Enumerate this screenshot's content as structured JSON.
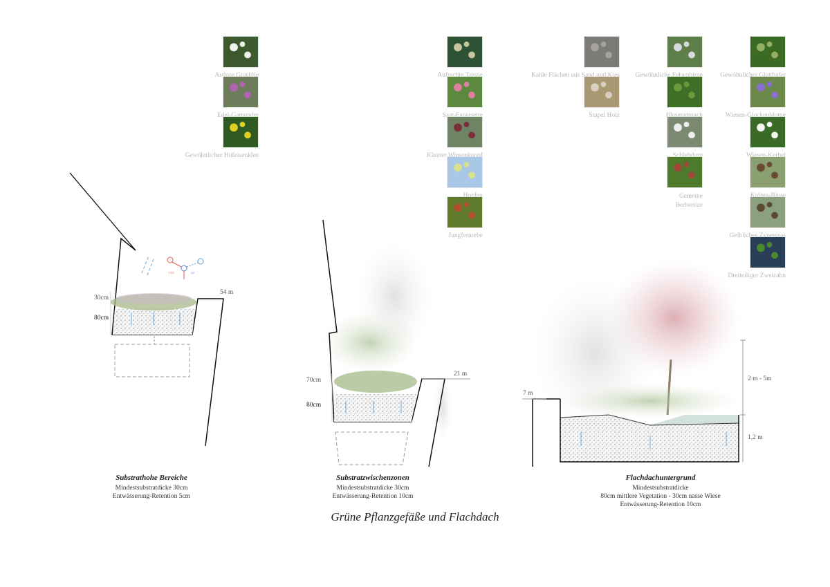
{
  "plants": {
    "col1": [
      {
        "label": "Astlose Graslilie",
        "color": "#3c5a2e",
        "accent": "#f2f2ee"
      },
      {
        "label": "Edel-Gamander",
        "color": "#6d7c5a",
        "accent": "#b561b6"
      },
      {
        "label": "Gewöhnlicher Hufeisenklee",
        "color": "#2f5a22",
        "accent": "#e0d020"
      }
    ],
    "col2": [
      {
        "label": "Aufrechte Trespe",
        "color": "#2e5234",
        "accent": "#c8c6a0"
      },
      {
        "label": "Saat-Esparsette",
        "color": "#5b8a3e",
        "accent": "#e07fa2"
      },
      {
        "label": "Kleiner Wiesenknopf",
        "color": "#6f8465",
        "accent": "#7a2e3a"
      },
      {
        "label": "Hopfen",
        "color": "#a9c7e6",
        "accent": "#d6e38a"
      },
      {
        "label": "Jungfernrebe",
        "color": "#5e7a2a",
        "accent": "#b0502a"
      }
    ],
    "col3": [
      {
        "label": "Kahle Flächen aus Sand und Kies",
        "color": "#7b7b78",
        "accent": "#a8a39a"
      },
      {
        "label": "Stapel Holz",
        "color": "#a99a74",
        "accent": "#d8d0c0"
      }
    ],
    "col4": [
      {
        "label": "Gewöhnliche Felsenbirne",
        "color": "#5f7f48",
        "accent": "#d9dbe2"
      },
      {
        "label": "Blasenstrauch",
        "color": "#3f6e27",
        "accent": "#6c9a3a"
      },
      {
        "label": "Schlehdorn",
        "color": "#7b8a70",
        "accent": "#eeeeee"
      },
      {
        "label": "Gemeine Berberitze",
        "color": "#4e7a2c",
        "accent": "#a0473a"
      }
    ],
    "col5": [
      {
        "label": "Gewöhnlicher Glatthafer",
        "color": "#3b6a24",
        "accent": "#95b060"
      },
      {
        "label": "Wiesen-Glockenblume",
        "color": "#6b8a4a",
        "accent": "#8a6fd0"
      },
      {
        "label": "Wiesen-Kerbel",
        "color": "#3a6a28",
        "accent": "#f4f4f0"
      },
      {
        "label": "Kröten-Binse",
        "color": "#8aa070",
        "accent": "#6a4a30"
      },
      {
        "label": "Gelbliches Zypergras",
        "color": "#8aa080",
        "accent": "#5a4a30"
      },
      {
        "label": "Dreiteiliger Zweizahn",
        "color": "#2a3e5a",
        "accent": "#4a8a2a"
      }
    ]
  },
  "sections": [
    {
      "title": "Substrathohe Bereiche",
      "lines": [
        "Mindestsubstratdicke 30cm",
        "Entwässerung-Retention 5cm"
      ],
      "dims": {
        "veg": "30cm",
        "soil": "80cm",
        "height": "54 m"
      }
    },
    {
      "title": "Substratzwischenzonen",
      "lines": [
        "Mindestsubstratdicke 30cm",
        "Entwässerung-Retention 10cm"
      ],
      "dims": {
        "veg": "70cm",
        "soil": "80cm",
        "height": "21 m"
      }
    },
    {
      "title": "Flachdachuntergrund",
      "lines": [
        "Mindestsubstratdicke",
        "80cm mittlere Vegetation - 30cm nasse Wiese",
        "Entwässerung-Retention 10cm"
      ],
      "dims": {
        "height": "7 m",
        "veg": "2 m - 5m",
        "soil": "1,2 m"
      }
    }
  ],
  "cycle_labels": {
    "a": "CO2",
    "b": "O2"
  },
  "title": "Grüne Pflanzgefäße und Flachdach",
  "colors": {
    "line": "#111111",
    "water": "#7ab8e8",
    "pink": "#d9a0a8"
  }
}
